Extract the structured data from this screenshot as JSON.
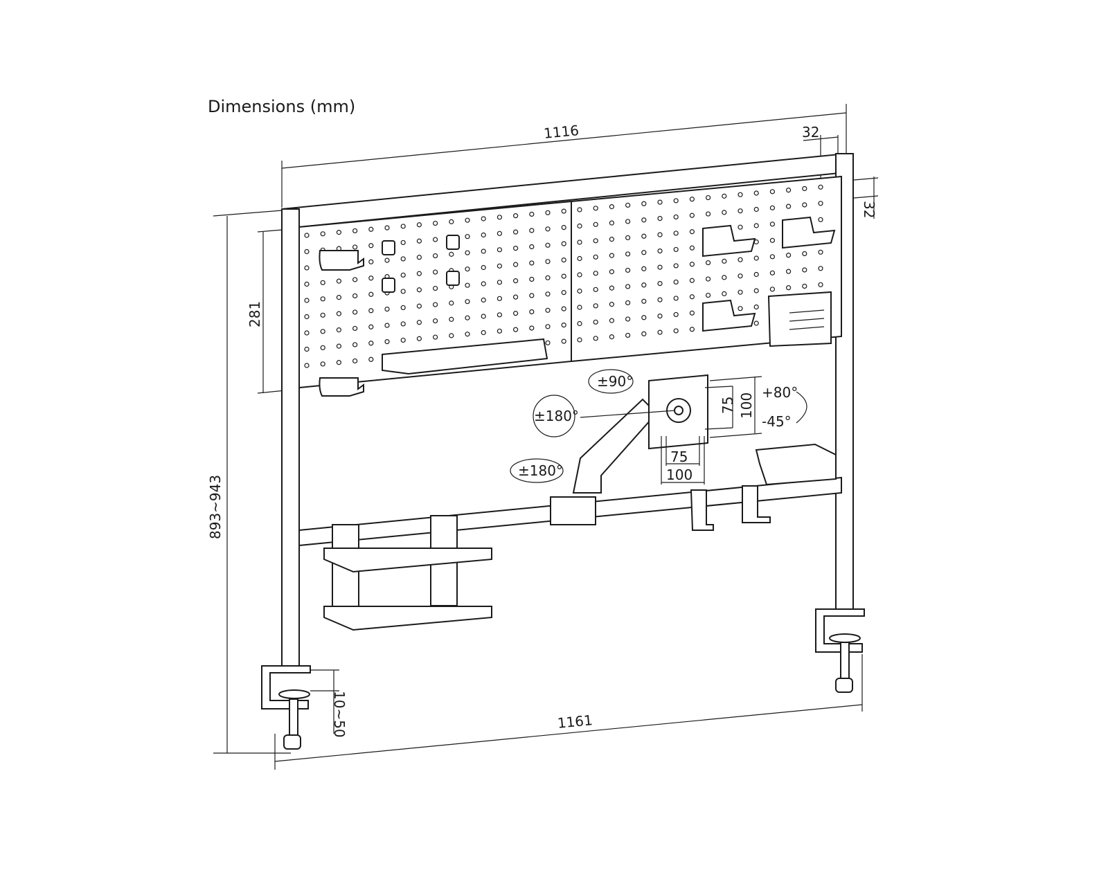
{
  "title": "Dimensions (mm)",
  "dimensions": {
    "top_width": "1116",
    "hole_spacing_horizontal": "32",
    "hole_spacing_vertical": "32",
    "pegboard_height": "281",
    "total_height": "893~943",
    "clamp_range": "10~50",
    "bottom_width": "1161"
  },
  "monitor_arm": {
    "tilt_rotation": "±90°",
    "swivel_head": "±180°",
    "swivel_base": "±180°",
    "tilt_up": "+80°",
    "tilt_down": "-45°",
    "vesa_small_h": "75",
    "vesa_large_h": "100",
    "vesa_small_w": "75",
    "vesa_large_w": "100"
  }
}
